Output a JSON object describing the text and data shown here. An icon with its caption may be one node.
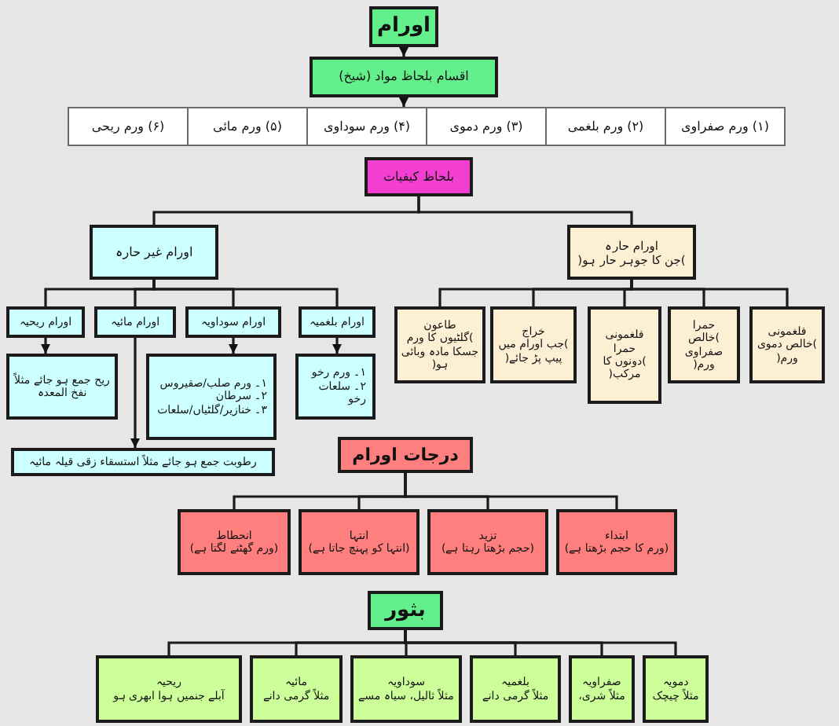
{
  "diagram": {
    "nodes": [
      {
        "text": [
          "اورام"
        ]
      },
      {
        "text": [
          "اقسام بلحاظ مواد (شیخ)"
        ]
      },
      {
        "text": [
          "(۱) ورم صفراوی",
          "(۲) ورم بلغمی",
          "(۳) ورم دموی",
          "(۴) ورم سوداوی",
          "(۵) ورم مائی",
          "(۶) ورم ریحی"
        ]
      },
      {
        "text": [
          "بلحاظ کیفیات"
        ]
      },
      {
        "text": [
          "اورام حارہ",
          ")جن کا جوہر حار ہو("
        ]
      },
      {
        "text": [
          "اورام غیر حارہ"
        ]
      },
      {
        "text": [
          "فلغمونی",
          ")خالص دموی ورم("
        ]
      },
      {
        "text": [
          "حمرا",
          ")خالص صفراوی ورم("
        ]
      },
      {
        "text": [
          "فلغمونی حمرا",
          ")دونوں کا مرکب("
        ]
      },
      {
        "text": [
          "خراج",
          ")جب اورام میں پیپ پڑ جائے("
        ]
      },
      {
        "text": [
          "طاعون",
          ")گلٹیوں کا ورم جسکا مادہ وبائی ہو("
        ]
      },
      {
        "text": [
          "اورام بلغمیہ"
        ]
      },
      {
        "text": [
          "اورام سوداویہ"
        ]
      },
      {
        "text": [
          "اورام مائیہ"
        ]
      },
      {
        "text": [
          "اورام ریحیہ"
        ]
      },
      {
        "text": [
          "۱۔ ورم رخو",
          "۲۔ سلعات رخو"
        ]
      },
      {
        "text": [
          "۱۔ ورم صلب/صقیروس",
          "۲۔ سرطان",
          "۳۔ خنازیر/گلٹیاں/سلعات"
        ]
      },
      {
        "text": [
          "ریح جمع ہو جائے مثلاً نفخ المعدہ"
        ]
      },
      {
        "text": [
          "رطوبت جمع ہو جائے مثلاً استسقاء زقی قیلہ مائیہ"
        ]
      },
      {
        "text": [
          "درجات اورام"
        ]
      },
      {
        "text": [
          "ابتداء",
          "(ورم کا حجم بڑھتا ہے)"
        ]
      },
      {
        "text": [
          "تزید",
          "(حجم بڑھتا رہتا ہے)"
        ]
      },
      {
        "text": [
          "انتہا",
          "(انتہا کو پہنچ جاتا ہے)"
        ]
      },
      {
        "text": [
          "انحطاط",
          "(ورم گھٹنے لگتا ہے)"
        ]
      },
      {
        "text": [
          "بثور"
        ]
      },
      {
        "text": [
          "دمویہ",
          "مثلاً چیچک"
        ]
      },
      {
        "text": [
          "صفراویہ",
          "مثلاً شری،"
        ]
      },
      {
        "text": [
          "بلغمیہ",
          "مثلاً گرمی دانے"
        ]
      },
      {
        "text": [
          "سوداویہ",
          "مثلاً ثالیل، سیاہ مسے"
        ]
      },
      {
        "text": [
          "مائیہ",
          "مثلاً گرمی دانے"
        ]
      },
      {
        "text": [
          "ریحیہ",
          "آبلے جنمیں ہوا ابھری ہو"
        ]
      }
    ],
    "edges": [
      {
        "from": 0,
        "to": 1,
        "arrow": "to"
      },
      {
        "from": 1,
        "to": 2,
        "arrow": "to"
      },
      {
        "from": 3,
        "to": 4,
        "arrow": "none"
      },
      {
        "from": 3,
        "to": 5,
        "arrow": "none"
      },
      {
        "from": 4,
        "to": 6,
        "arrow": "none"
      },
      {
        "from": 4,
        "to": 7,
        "arrow": "none"
      },
      {
        "from": 4,
        "to": 8,
        "arrow": "none"
      },
      {
        "from": 4,
        "to": 9,
        "arrow": "none"
      },
      {
        "from": 4,
        "to": 10,
        "arrow": "none"
      },
      {
        "from": 5,
        "to": 11,
        "arrow": "none"
      },
      {
        "from": 5,
        "to": 12,
        "arrow": "none"
      },
      {
        "from": 5,
        "to": 13,
        "arrow": "none"
      },
      {
        "from": 5,
        "to": 14,
        "arrow": "none"
      },
      {
        "from": 11,
        "to": 15,
        "arrow": "to"
      },
      {
        "from": 12,
        "to": 16,
        "arrow": "to"
      },
      {
        "from": 13,
        "to": 18,
        "arrow": "to"
      },
      {
        "from": 14,
        "to": 17,
        "arrow": "to"
      },
      {
        "from": 19,
        "to": 20,
        "arrow": "none"
      },
      {
        "from": 19,
        "to": 21,
        "arrow": "none"
      },
      {
        "from": 19,
        "to": 22,
        "arrow": "none"
      },
      {
        "from": 19,
        "to": 23,
        "arrow": "none"
      },
      {
        "from": 24,
        "to": 25,
        "arrow": "none"
      },
      {
        "from": 24,
        "to": 26,
        "arrow": "none"
      },
      {
        "from": 24,
        "to": 27,
        "arrow": "none"
      },
      {
        "from": 24,
        "to": 28,
        "arrow": "none"
      },
      {
        "from": 24,
        "to": 29,
        "arrow": "none"
      },
      {
        "from": 24,
        "to": 30,
        "arrow": "none"
      }
    ]
  }
}
